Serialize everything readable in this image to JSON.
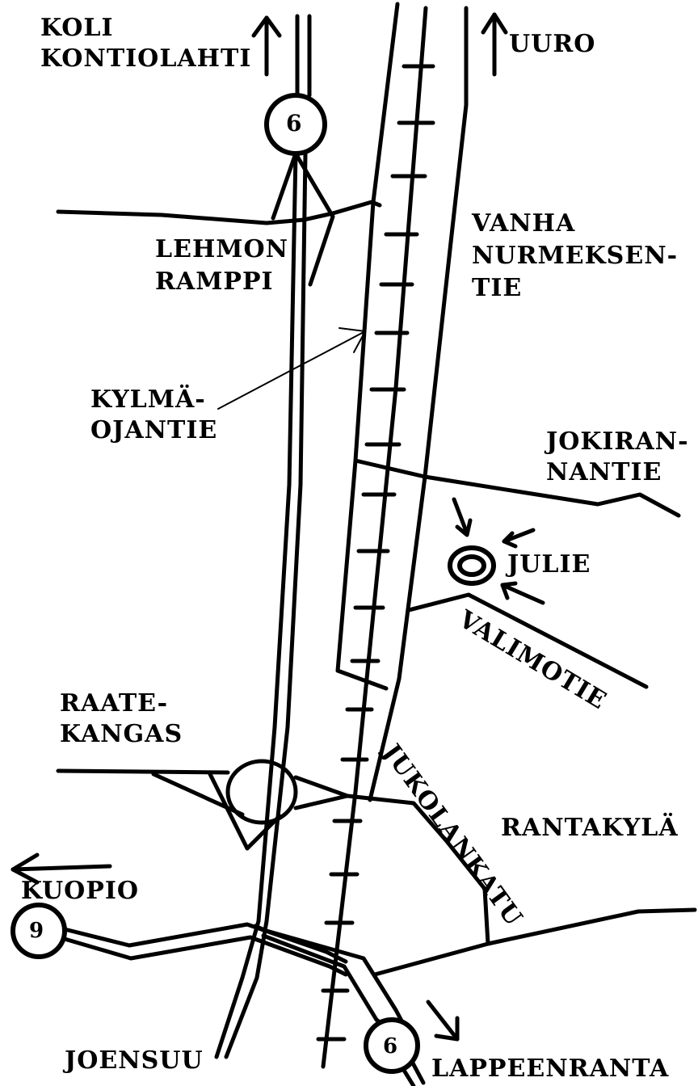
{
  "labels": {
    "koli_kontiolahti": [
      "KOLI",
      "KONTIOLAHTI"
    ],
    "uuro": "UURO",
    "lehmon_ramppi": [
      "LEHMON",
      "RAMPPI"
    ],
    "vanha_nurmeksentie": [
      "VANHA",
      "NURMEKSEN-",
      "TIE"
    ],
    "kylmaojantie": [
      "KYLMÄ-",
      "OJANTIE"
    ],
    "jokiranantie": [
      "JOKIRAN-",
      "NANTIE"
    ],
    "julie": "JULIE",
    "valimotie": "VALIMOTIE",
    "raatekangas": [
      "RAATE-",
      "KANGAS"
    ],
    "jukolankatu": "JUKOLANKATU",
    "rantakyla": "RANTAKYLÄ",
    "kuopio": "KUOPIO",
    "joensuu": "JOENSUU",
    "lappeenranta": "LAPPEENRANTA"
  },
  "road_shields": {
    "north_6": "6",
    "south_6": "6",
    "west_9": "9"
  },
  "colors": {
    "ink": "#000000",
    "background": "#ffffff"
  }
}
